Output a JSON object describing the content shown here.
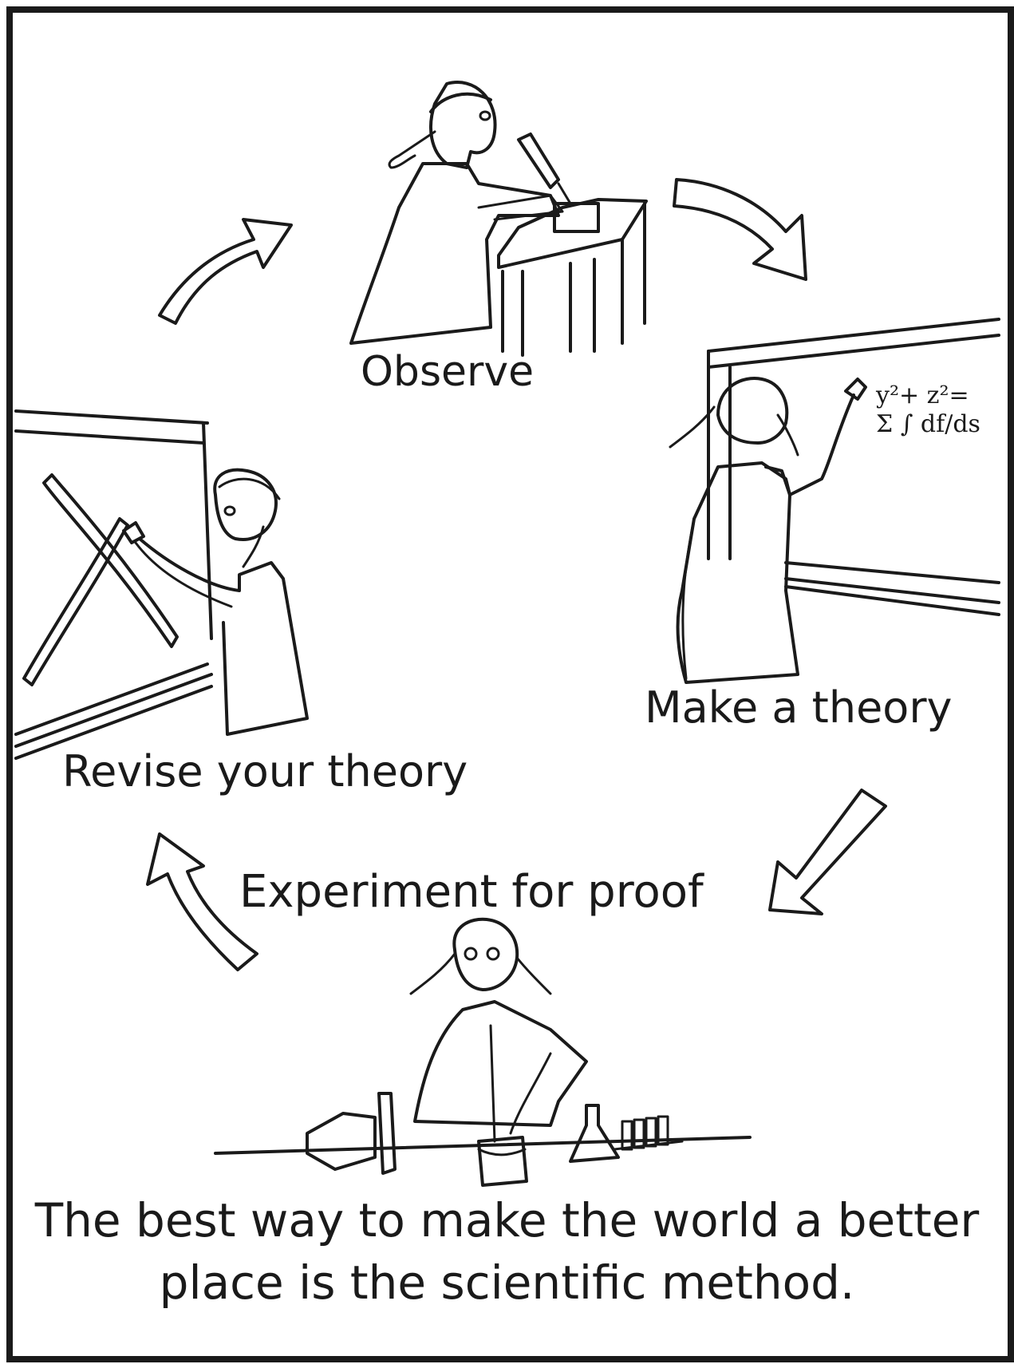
{
  "cycle_steps": {
    "observe": "Observe",
    "make_theory": "Make a theory",
    "experiment": "Experiment for proof",
    "revise": "Revise your theory"
  },
  "board_formula": {
    "line1": "y²+ z²=",
    "line2": "Σ ∫ df/ds"
  },
  "caption": {
    "line1": "The best way to make the world a better",
    "line2": "place is the scientific method."
  },
  "colors": {
    "ink": "#1a1a1a",
    "paper": "#ffffff"
  }
}
